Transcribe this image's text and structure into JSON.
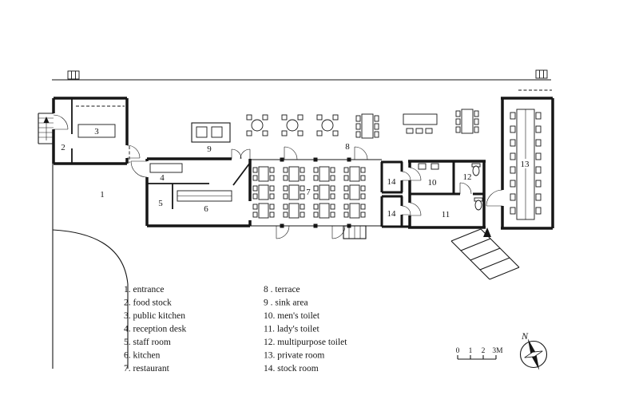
{
  "plan": {
    "room_labels": {
      "r1": "1",
      "r2": "2",
      "r3": "3",
      "r4": "4",
      "r5": "5",
      "r6": "6",
      "r7": "7",
      "r8": "8",
      "r9": "9",
      "r10": "10",
      "r11": "11",
      "r12": "12",
      "r13": "13",
      "r14a": "14",
      "r14b": "14"
    }
  },
  "legend": {
    "col1": [
      "1. entrance",
      "2. food stock",
      "3. public kitchen",
      "4. reception desk",
      "5. staff room",
      "6. kitchen",
      "7. restaurant"
    ],
    "col2": [
      "8 . terrace",
      "9 . sink area",
      "10. men's toilet",
      "11. lady's toilet",
      "12. multipurpose toilet",
      "13. private room",
      "14. stock room"
    ]
  },
  "scale_bar": {
    "ticks": [
      "0",
      "1",
      "2",
      "3M"
    ]
  },
  "compass": {
    "north": "N"
  }
}
